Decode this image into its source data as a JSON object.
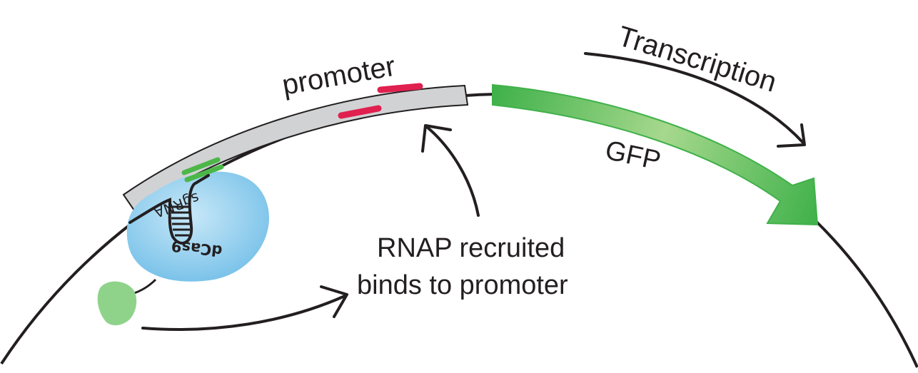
{
  "labels": {
    "promoter": "promoter",
    "transcription": "Transcription",
    "gfp": "GFP",
    "sgrna": "sgRNA",
    "dcas9": "dCas9",
    "rnap_line1": "RNAP recruited",
    "rnap_line2": "binds to promoter"
  },
  "colors": {
    "dna_line": "#231f20",
    "promoter_fill": "#d1d2d4",
    "binding_site": "#e0204f",
    "gfp_dark": "#3fb14a",
    "gfp_light": "#a6d88d",
    "sgrna_target": "#4cb748",
    "dcas9_fill": "#8fcdee",
    "rnap_fill": "#8fd38b"
  }
}
